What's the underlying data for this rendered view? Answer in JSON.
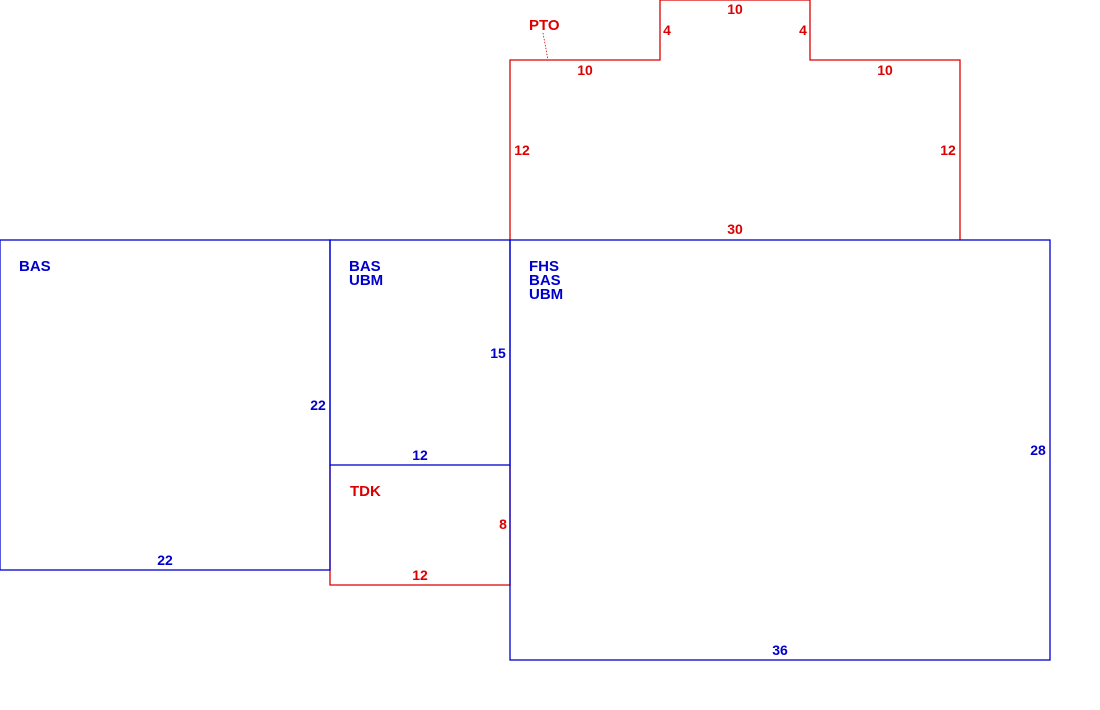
{
  "colors": {
    "living_area": "#0000cc",
    "exterior": "#dd0000",
    "background": "#ffffff"
  },
  "areas": {
    "left_bas": {
      "labels": [
        "BAS"
      ],
      "dimensions": {
        "right": "22",
        "bottom": "22"
      }
    },
    "middle_bas_ubm": {
      "labels": [
        "BAS",
        "UBM"
      ],
      "dimensions": {
        "right": "15",
        "bottom": "12"
      }
    },
    "tdk": {
      "labels": [
        "TDK"
      ],
      "dimensions": {
        "right": "8",
        "bottom": "12"
      }
    },
    "right_fhs": {
      "labels": [
        "FHS",
        "BAS",
        "UBM"
      ],
      "dimensions": {
        "right": "28",
        "bottom": "36"
      }
    },
    "pto": {
      "labels": [
        "PTO"
      ],
      "dimensions": {
        "notch_top": "10",
        "notch_left": "4",
        "notch_right": "4",
        "top_left": "10",
        "top_right": "10",
        "left": "12",
        "right": "12",
        "bottom": "30"
      }
    }
  }
}
